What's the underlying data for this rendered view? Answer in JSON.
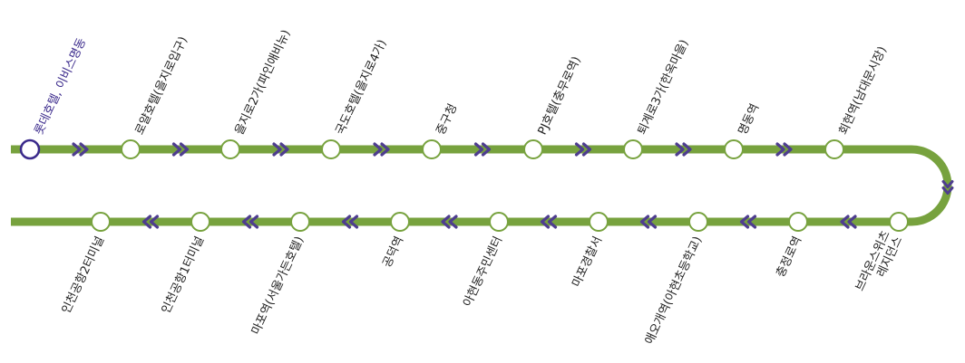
{
  "colors": {
    "line": "#77a23e",
    "station_fill": "#ffffff",
    "station_stroke": "#77a23e",
    "current_stroke": "#3b2a8c",
    "current_text": "#3b2a8c",
    "text": "#222222",
    "arrow": "#4e3d8f"
  },
  "route": {
    "direction_icon": "double-chevron-arrow",
    "outbound": [
      {
        "label": "롯데호텔, 이비스명동",
        "current": true
      },
      {
        "label": "로얄호텔(을지로입구)"
      },
      {
        "label": "을지로2가(파인애비뉴)"
      },
      {
        "label": "국도호텔(을지로4가)"
      },
      {
        "label": "중구청"
      },
      {
        "label": "PJ호텔(충무로역)"
      },
      {
        "label": "퇴계로3가(한옥마을)"
      },
      {
        "label": "명동역"
      },
      {
        "label": "회현역(남대문시장)"
      }
    ],
    "inbound": [
      {
        "label": "브라운스위츠\n레지던스"
      },
      {
        "label": "충정로역"
      },
      {
        "label": "애오개역(아현초등학교)"
      },
      {
        "label": "마포경찰서"
      },
      {
        "label": "아현동주민센터"
      },
      {
        "label": "공덕역"
      },
      {
        "label": "마포역(서울가든호텔)"
      },
      {
        "label": "인천공항1터미널"
      },
      {
        "label": "인천공항2터미널"
      }
    ]
  }
}
